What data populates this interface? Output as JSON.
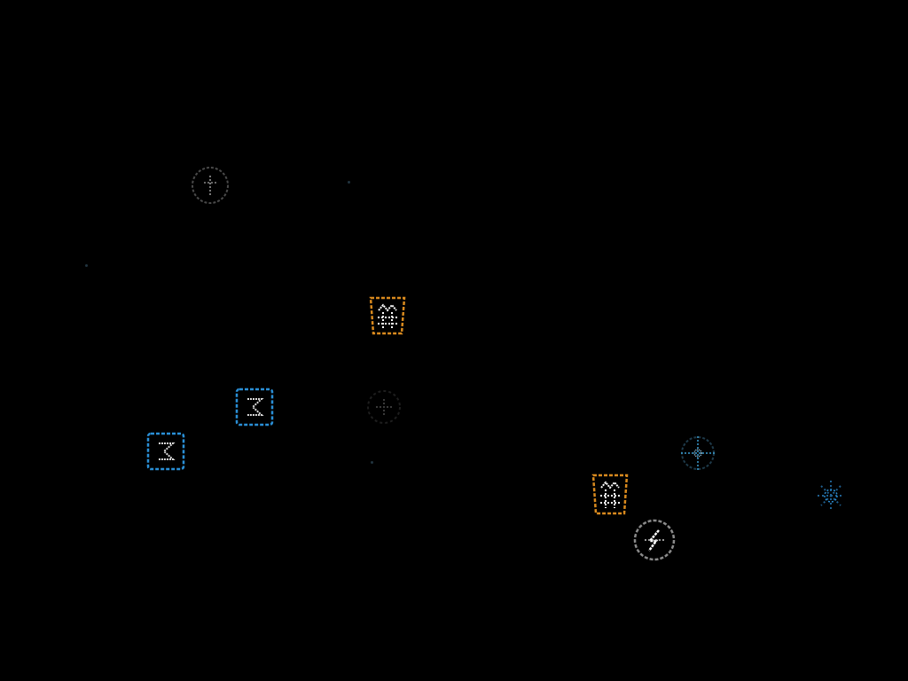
{
  "scene": {
    "background": "#000000",
    "accent_orange": "#d98a1e",
    "accent_blue": "#2a8fd6",
    "accent_gray": "#8a8a8a",
    "accent_teal": "#3a9ccf",
    "units": [
      {
        "name": "gray-ring-unit",
        "icon": "ring-glyph-icon",
        "color": "#5a5a5a"
      },
      {
        "name": "orange-shield-unit",
        "icon": "crown-grid-icon",
        "color": "#d98a1e"
      },
      {
        "name": "blue-square-unit",
        "icon": "cross-glyph-icon",
        "color": "#2a8fd6"
      },
      {
        "name": "blue-square-unit",
        "icon": "cross-glyph-icon",
        "color": "#2a8fd6"
      },
      {
        "name": "dark-ring-unit",
        "icon": "dim-glyph-icon",
        "color": "#3a3a3a"
      },
      {
        "name": "teal-ring-unit",
        "icon": "crosshair-icon",
        "color": "#3a9ccf"
      },
      {
        "name": "orange-shield-unit",
        "icon": "crown-grid-icon",
        "color": "#d98a1e"
      },
      {
        "name": "gray-ring-unit",
        "icon": "bolt-glyph-icon",
        "color": "#8a8a8a"
      },
      {
        "name": "blue-sparkle-unit",
        "icon": "sparkle-icon",
        "color": "#2a8fd6"
      }
    ]
  }
}
